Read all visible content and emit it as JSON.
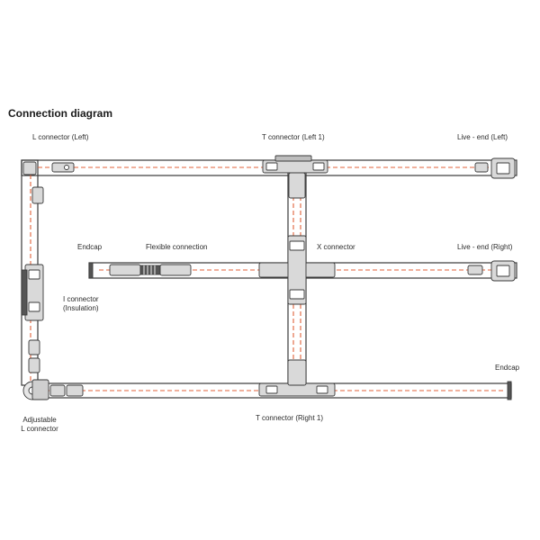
{
  "title": "Connection diagram",
  "labels": {
    "l_connector_left": "L connector (Left)",
    "t_connector_left1": "T connector (Left 1)",
    "live_end_left": "Live - end (Left)",
    "endcap_middle": "Endcap",
    "flexible_connection": "Flexible connection",
    "x_connector": "X connector",
    "live_end_right": "Live - end (Right)",
    "i_connector_line1": "I connector",
    "i_connector_line2": "(Insulation)",
    "endcap_bottom": "Endcap",
    "adjustable_l_line1": "Adjustable",
    "adjustable_l_line2": "L connector",
    "t_connector_right1": "T connector (Right 1)"
  },
  "colors": {
    "track": "#3a3a3a",
    "wire": "#e0603a",
    "component": "#d9d9d9",
    "component_dark": "#555555"
  }
}
